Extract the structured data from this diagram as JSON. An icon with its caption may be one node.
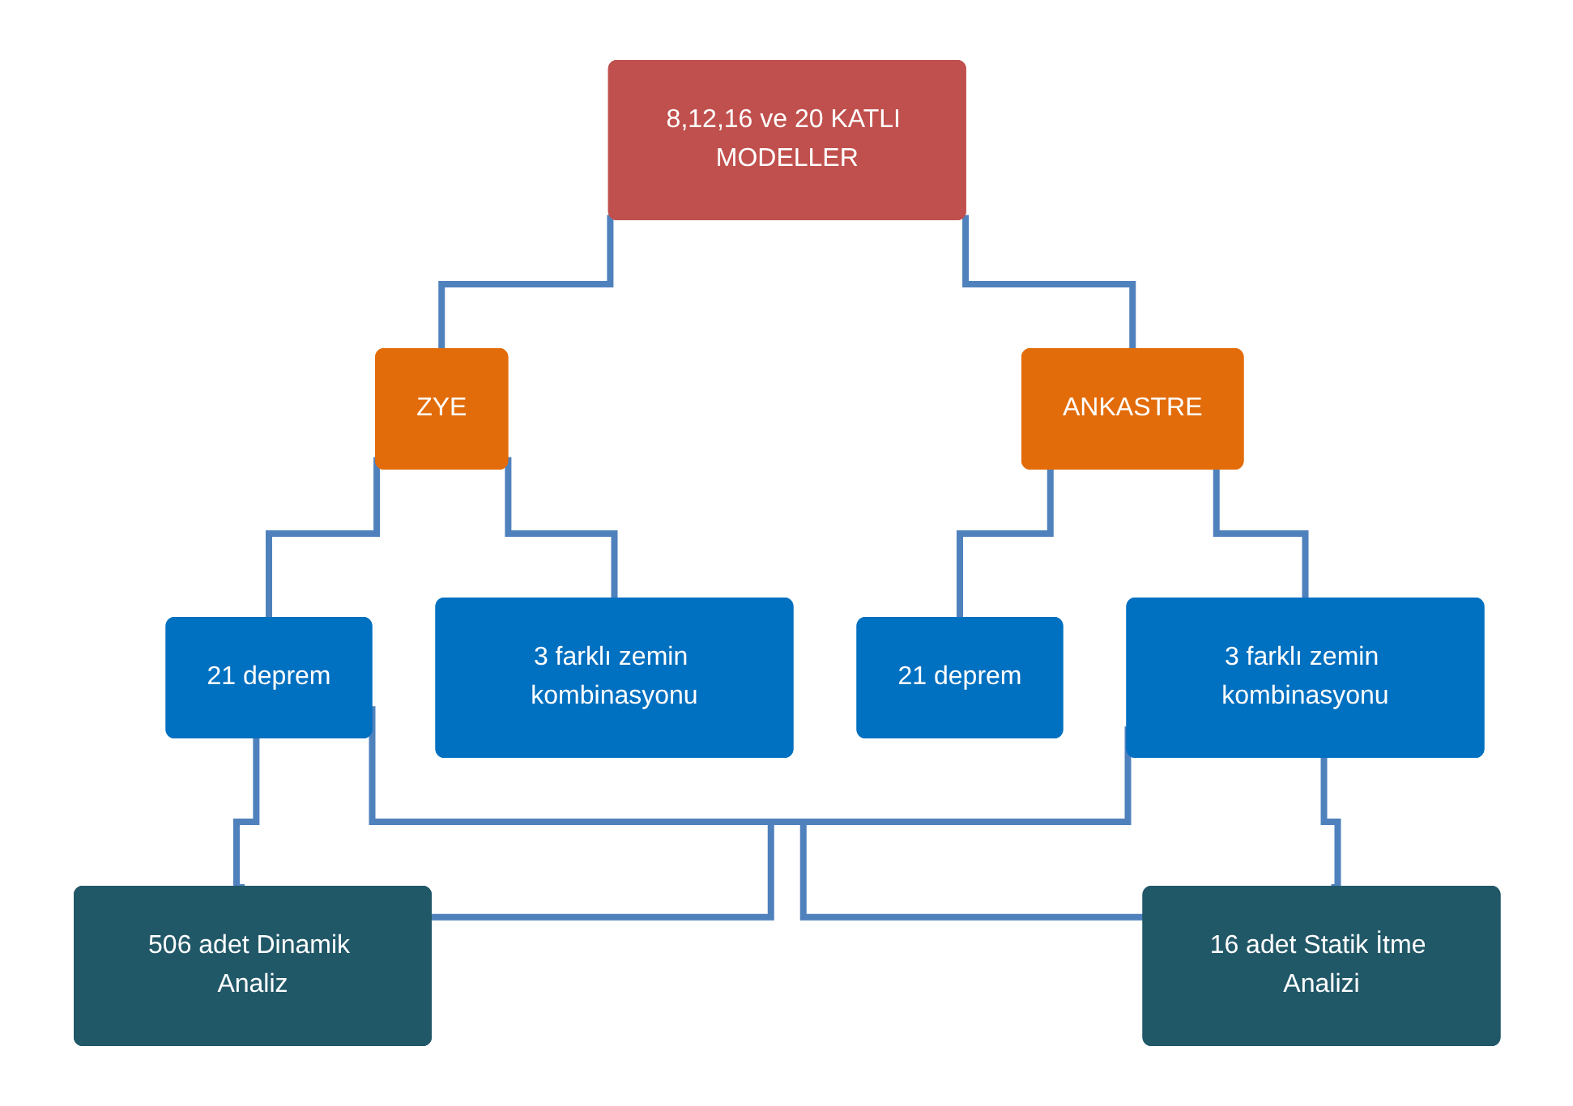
{
  "diagram": {
    "nodes": [
      {
        "text": [
          "8,12,16 ve 20 KATLI MODELLER"
        ]
      },
      {
        "text": [
          "ZYE"
        ]
      },
      {
        "text": [
          "ANKASTRE"
        ]
      },
      {
        "text": [
          "21 deprem"
        ]
      },
      {
        "text": [
          "3 farklı zemin kombinasyonu"
        ]
      },
      {
        "text": [
          "21 deprem"
        ]
      },
      {
        "text": [
          "3 farklı zemin kombinasyonu"
        ]
      },
      {
        "text": [
          "506 adet Dinamik Analiz"
        ]
      },
      {
        "text": [
          "16 adet Statik İtme Analizi"
        ]
      }
    ],
    "edges": [
      {
        "from": 0,
        "to": 1,
        "arrow": "none"
      },
      {
        "from": 0,
        "to": 2,
        "arrow": "none"
      },
      {
        "from": 1,
        "to": 3,
        "arrow": "none"
      },
      {
        "from": 1,
        "to": 4,
        "arrow": "none"
      },
      {
        "from": 2,
        "to": 5,
        "arrow": "none"
      },
      {
        "from": 2,
        "to": 6,
        "arrow": "none"
      },
      {
        "from": 3,
        "to": 7,
        "arrow": "none"
      },
      {
        "from": 6,
        "to": 7,
        "arrow": "none"
      },
      {
        "from": 3,
        "to": 8,
        "arrow": "none"
      },
      {
        "from": 6,
        "to": 8,
        "arrow": "none"
      }
    ]
  }
}
